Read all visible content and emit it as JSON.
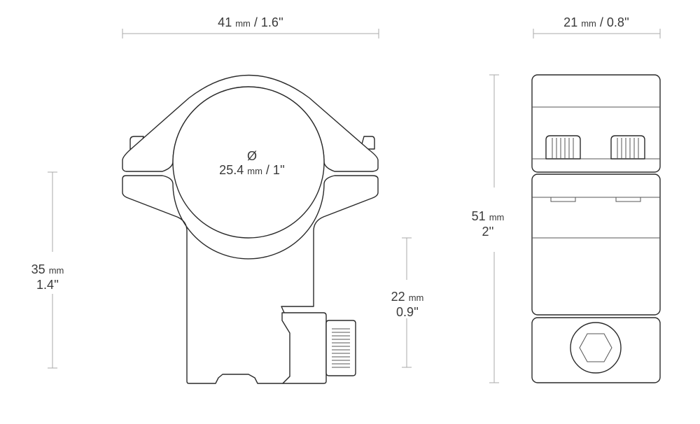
{
  "title": "Scope ring mount dimensions",
  "dimensions": {
    "width_front": {
      "value": "41",
      "unit": "mm",
      "imperial": "/ 1.6''"
    },
    "width_side": {
      "value": "21",
      "unit": "mm",
      "imperial": "/ 0.8''"
    },
    "tube_diameter": {
      "symbol": "Ø",
      "value": "25.4",
      "unit": "mm",
      "imperial": "/ 1''"
    },
    "center_height": {
      "value": "35",
      "unit": "mm",
      "imperial": "1.4''"
    },
    "clamp_height": {
      "value": "22",
      "unit": "mm",
      "imperial": "0.9''"
    },
    "total_height": {
      "value": "51",
      "unit": "mm",
      "imperial": "2''"
    }
  },
  "views": [
    "front-view",
    "side-view"
  ]
}
